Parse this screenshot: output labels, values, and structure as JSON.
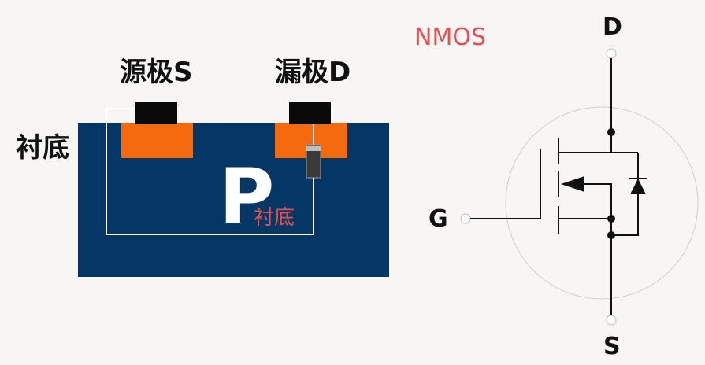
{
  "cross_section": {
    "source_label": "源极S",
    "drain_label": "漏极D",
    "substrate_label": "衬底",
    "p_region_letter": "P",
    "inner_substrate_label": "衬底",
    "colors": {
      "substrate": "#053766",
      "n_region": "#f56a0f",
      "contact": "#0a0a0a",
      "wire": "#ffffff",
      "diode_body": "#3a3a3a"
    }
  },
  "symbol": {
    "title": "NMOS",
    "drain_label": "D",
    "gate_label": "G",
    "source_label": "S",
    "colors": {
      "title": "#e05252",
      "line": "#111111",
      "circle": "#cfcfcf"
    }
  }
}
